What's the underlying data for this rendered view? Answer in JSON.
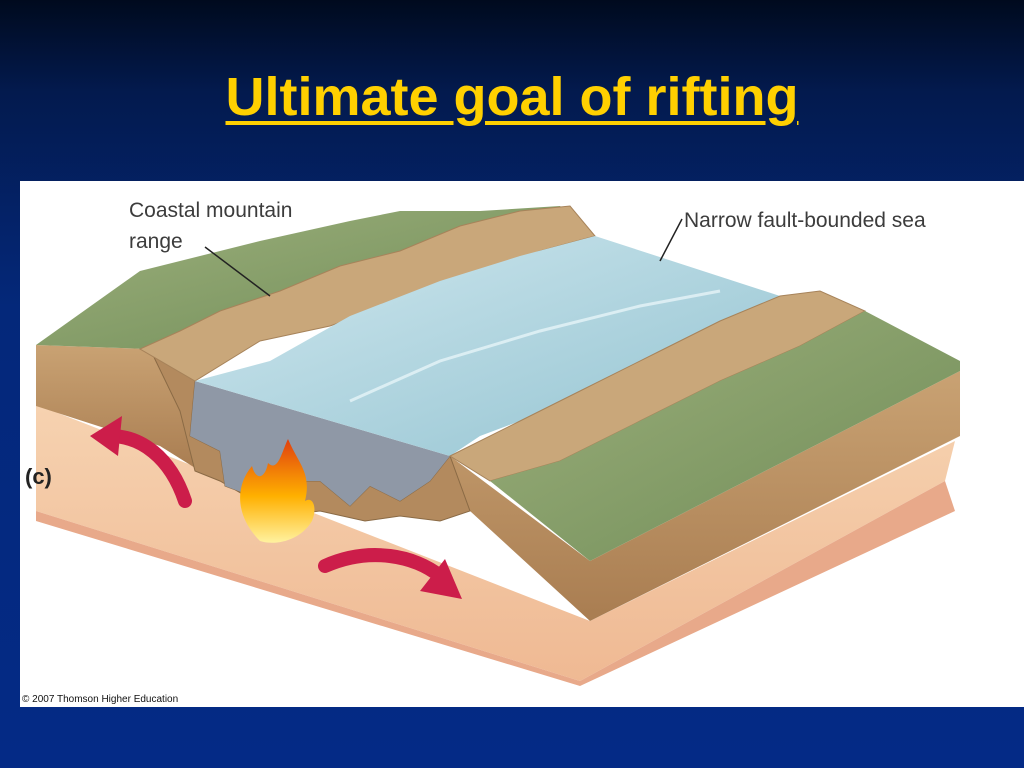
{
  "slide": {
    "title": "Ultimate goal of rifting"
  },
  "figure": {
    "panel_letter": "(c)",
    "labels": {
      "coastal_line1": "Coastal mountain",
      "coastal_line2": "range",
      "sea": "Narrow fault-bounded sea"
    },
    "credit": "© 2007 Thomson Higher Education"
  },
  "colors": {
    "background": "#04287a",
    "title": "#ffd000",
    "sea": "#a9d2dc",
    "mantle": "#f4c8a4",
    "crust": "#c49a6a",
    "land": "#8aa26a",
    "arrow": "#cc1d4a",
    "magma": "#ff8c00"
  }
}
